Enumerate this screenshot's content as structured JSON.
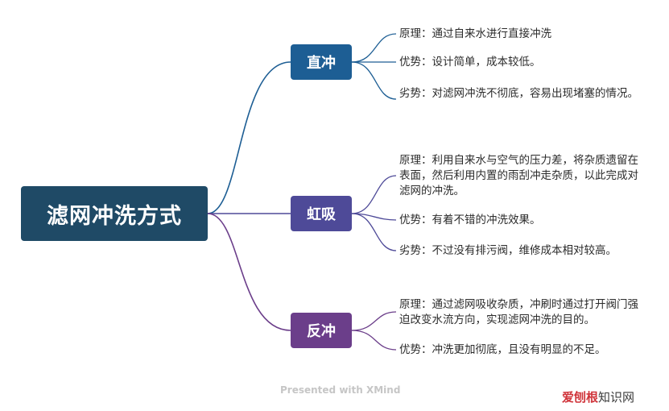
{
  "root": {
    "title": "滤网冲洗方式"
  },
  "branches": [
    {
      "title": "直冲",
      "color": "#1d5e94",
      "items": [
        "原理：通过自来水进行直接冲洗",
        "优势：设计简单，成本较低。",
        "劣势：对滤网冲洗不彻底，容易出现堵塞的情况。"
      ]
    },
    {
      "title": "虹吸",
      "color": "#4e4a98",
      "items": [
        "原理：利用自来水与空气的压力差，将杂质遗留在表面，然后利用内置的雨刮冲走杂质，以此完成对滤网的冲洗。",
        "优势：有着不错的冲洗效果。",
        "劣势：不过没有排污阀，维修成本相对较高。"
      ]
    },
    {
      "title": "反冲",
      "color": "#6b3e8a",
      "items": [
        "原理：通过滤网吸收杂质，冲刷时通过打开阀门强迫改变水流方向，实现滤网冲洗的目的。",
        "优势：冲洗更加彻底，且没有明显的不足。"
      ]
    }
  ],
  "footer": {
    "watermark": "Presented with XMind",
    "corner_accent": "爱刨根",
    "corner_rest": "知识网"
  }
}
